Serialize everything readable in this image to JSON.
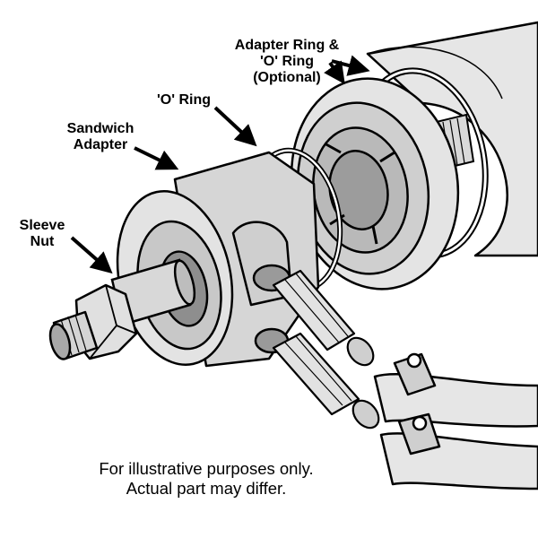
{
  "labels": {
    "adapter_ring": [
      "Adapter Ring &",
      "'O' Ring",
      "(Optional)"
    ],
    "o_ring": "'O' Ring",
    "sandwich_adapter": [
      "Sandwich",
      "Adapter"
    ],
    "sleeve_nut": [
      "Sleeve",
      "Nut"
    ]
  },
  "disclaimer": [
    "For illustrative purposes only.",
    "Actual part may differ."
  ]
}
